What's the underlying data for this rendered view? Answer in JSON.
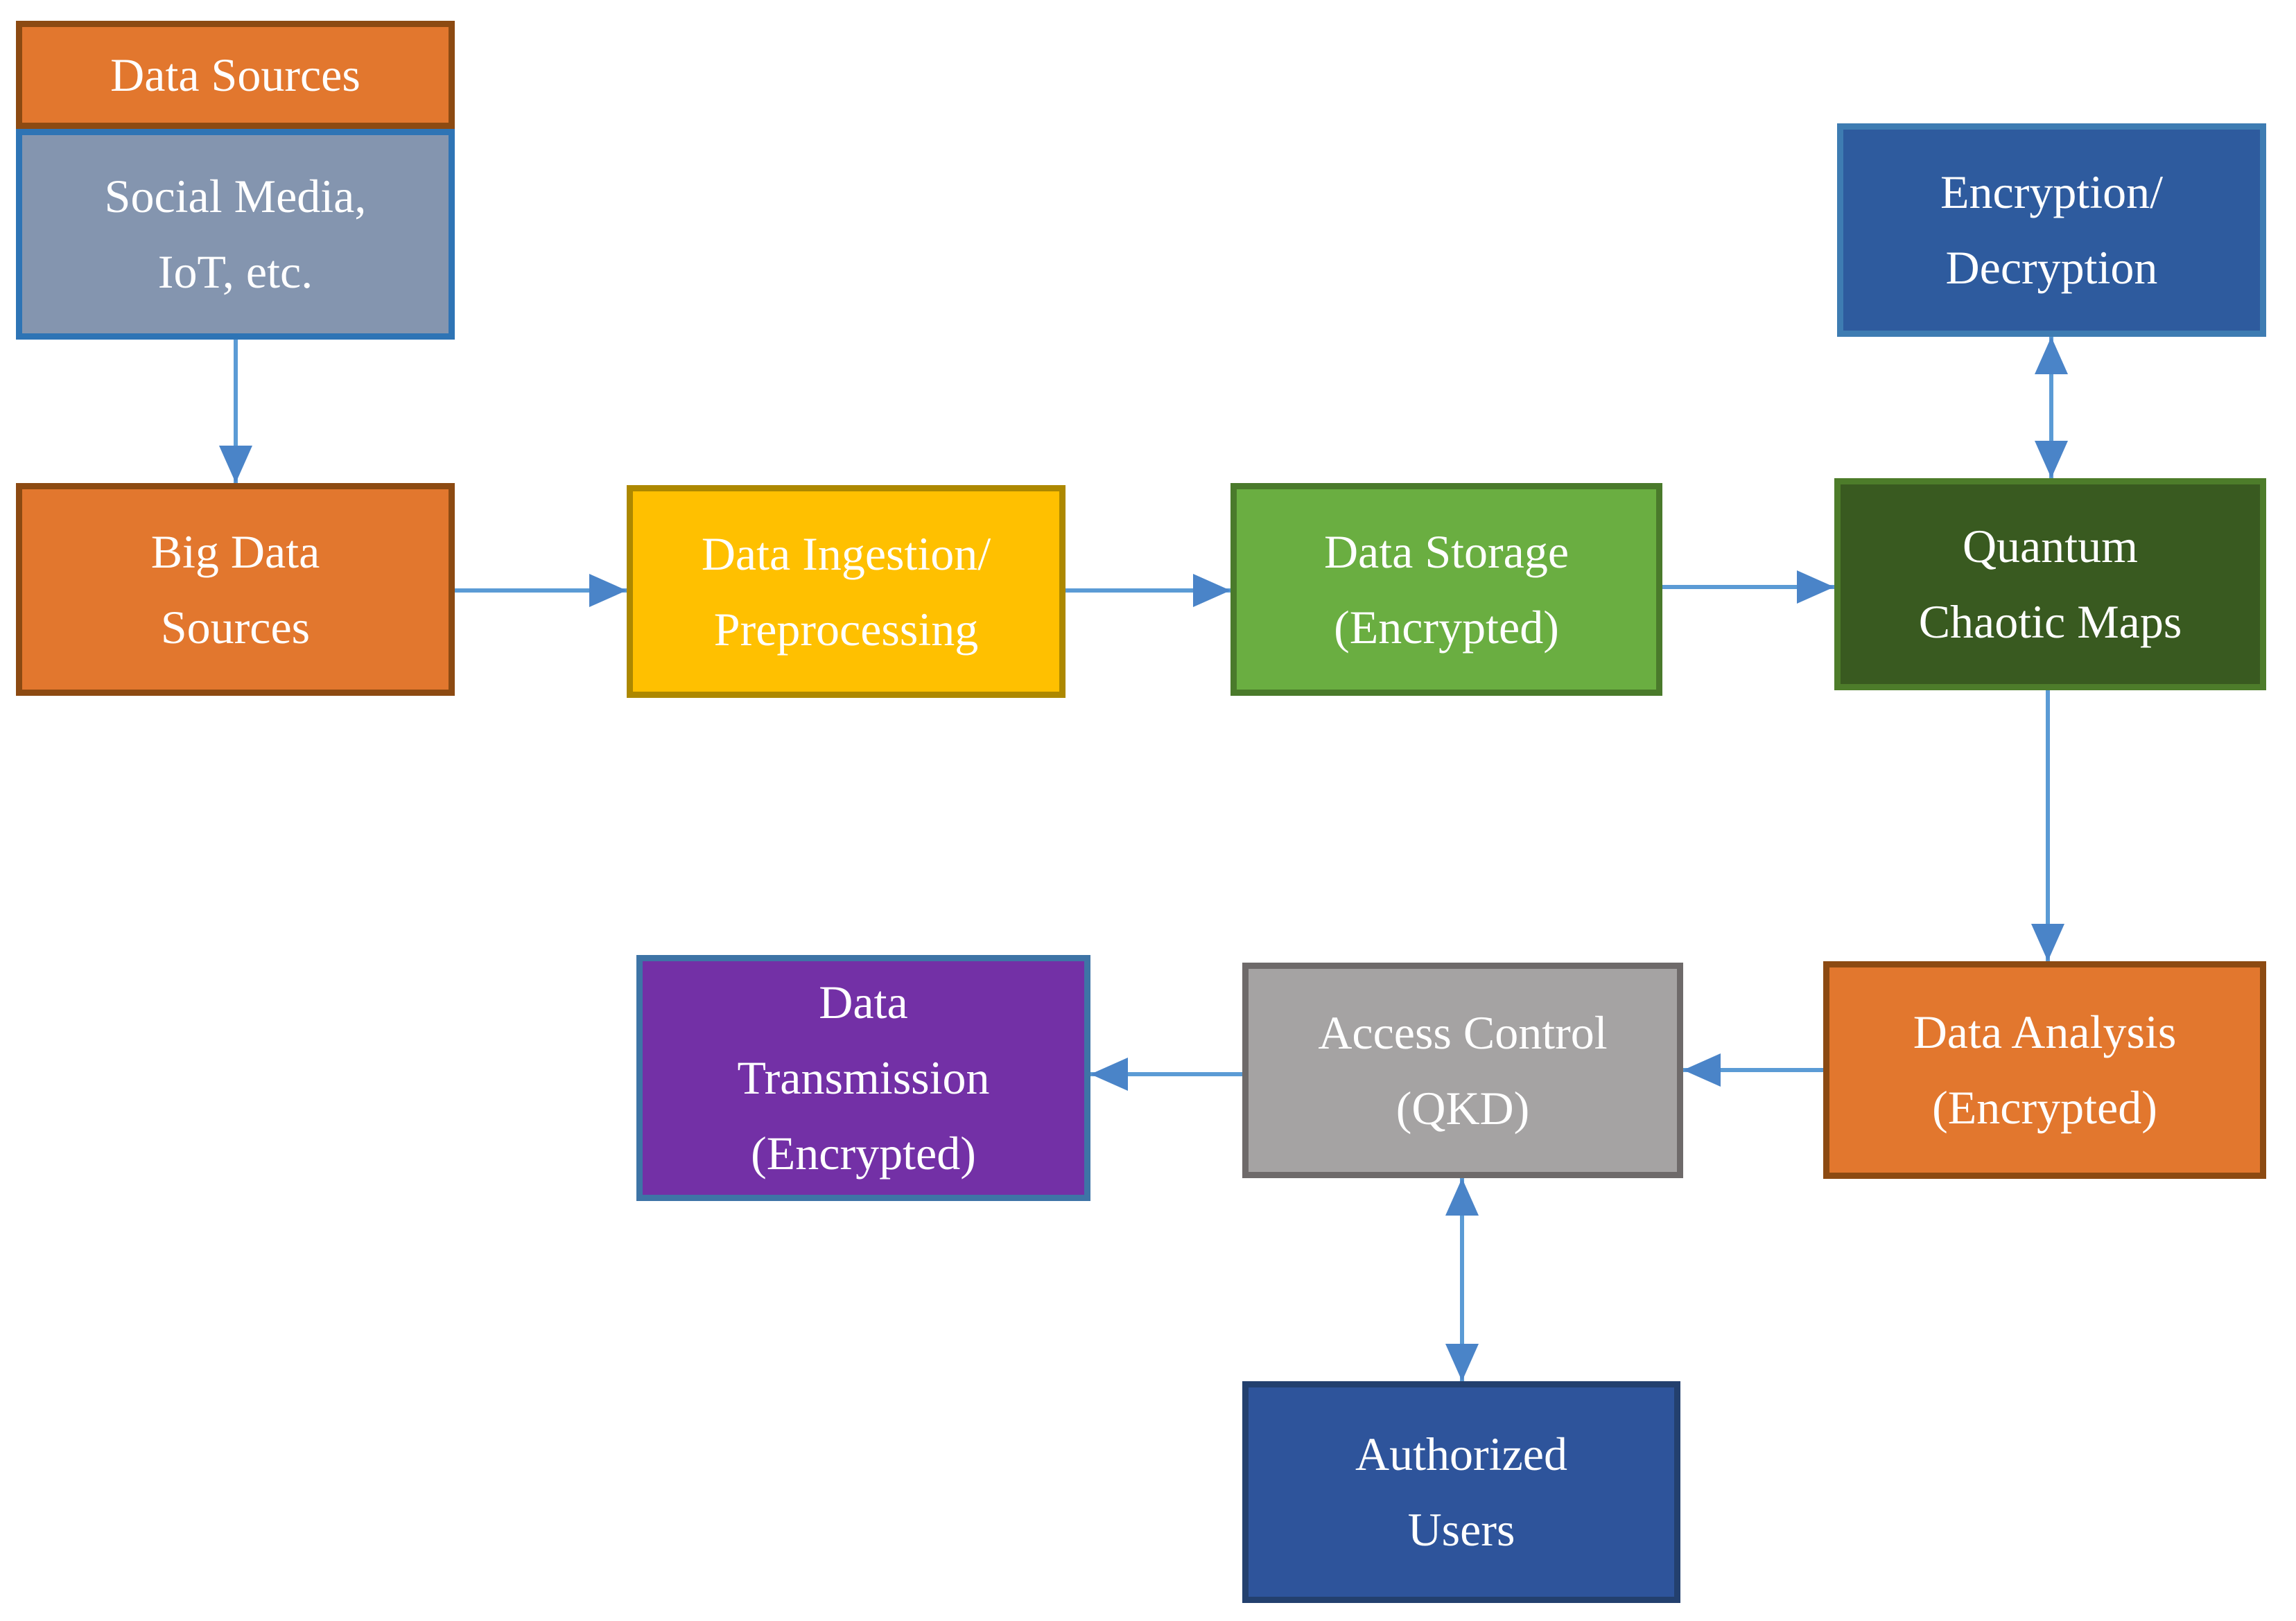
{
  "diagram": {
    "background": "#FFFFFF",
    "arrow_color": "#5B9BD5",
    "arrowhead_color": "#4A84C8",
    "text_color": "#FFFFFF",
    "nodes": [
      {
        "id": "data-sources-title",
        "label": "Data Sources",
        "fill": "#E2772E",
        "border": "#8C4A12",
        "text_color": "#FFFFFF"
      },
      {
        "id": "data-sources",
        "label": "Social Media,\nIoT, etc.",
        "fill": "#8495AF",
        "border": "#2E74B5",
        "text_color": "#FFFFFF"
      },
      {
        "id": "big-data-sources",
        "label": "Big Data\nSources",
        "fill": "#E2772E",
        "border": "#8C4A12",
        "text_color": "#FFFFFF"
      },
      {
        "id": "data-ingestion",
        "label": "Data Ingestion/\nPreprocessing",
        "fill": "#FFC000",
        "border": "#AD8800",
        "text_color": "#FFFFFF"
      },
      {
        "id": "data-storage",
        "label": "Data Storage\n(Encrypted)",
        "fill": "#6AAE41",
        "border": "#4A7A2B",
        "text_color": "#FFFFFF"
      },
      {
        "id": "quantum-chaotic-maps",
        "label": "Quantum\nChaotic Maps",
        "fill": "#395A20",
        "border": "#4D7C2A",
        "text_color": "#FFFFFF"
      },
      {
        "id": "encryption-decryption",
        "label": "Encryption/\nDecryption",
        "fill": "#2E5B9E",
        "border": "#3E7CB2",
        "text_color": "#FFFFFF"
      },
      {
        "id": "data-analysis",
        "label": "Data Analysis\n(Encrypted)",
        "fill": "#E2772E",
        "border": "#8C4A12",
        "text_color": "#FFFFFF"
      },
      {
        "id": "access-control",
        "label": "Access Control\n(QKD)",
        "fill": "#A5A3A3",
        "border": "#6E6A6A",
        "text_color": "#FFFFFF"
      },
      {
        "id": "data-transmission",
        "label": "Data\nTransmission\n(Encrypted)",
        "fill": "#7330A6",
        "border": "#3E74A6",
        "text_color": "#FFFFFF"
      },
      {
        "id": "authorized-users",
        "label": "Authorized\nUsers",
        "fill": "#2E549B",
        "border": "#23406E",
        "text_color": "#FFFFFF"
      }
    ],
    "edges": [
      {
        "from": "data-sources",
        "to": "big-data-sources",
        "style": "single"
      },
      {
        "from": "big-data-sources",
        "to": "data-ingestion",
        "style": "single"
      },
      {
        "from": "data-ingestion",
        "to": "data-storage",
        "style": "single"
      },
      {
        "from": "data-storage",
        "to": "quantum-chaotic-maps",
        "style": "single"
      },
      {
        "from": "encryption-decryption",
        "to": "quantum-chaotic-maps",
        "style": "double"
      },
      {
        "from": "quantum-chaotic-maps",
        "to": "data-analysis",
        "style": "single"
      },
      {
        "from": "data-analysis",
        "to": "access-control",
        "style": "single"
      },
      {
        "from": "access-control",
        "to": "data-transmission",
        "style": "single"
      },
      {
        "from": "access-control",
        "to": "authorized-users",
        "style": "double"
      }
    ]
  }
}
